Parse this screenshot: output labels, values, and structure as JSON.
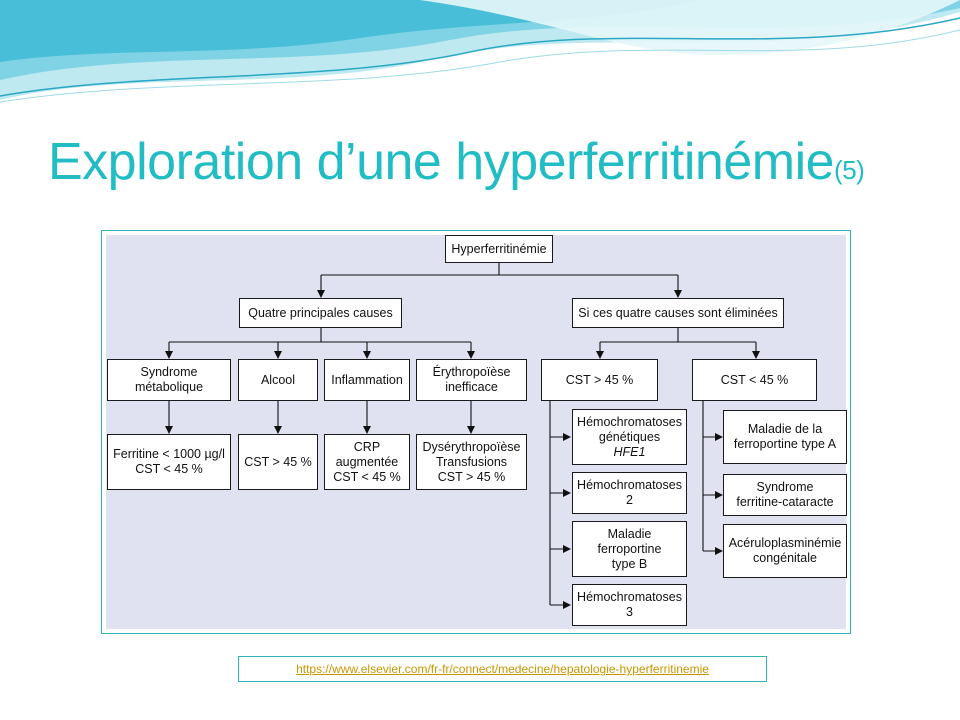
{
  "slide": {
    "title": "Exploration d’une hyperferritinémie",
    "title_ref": "(5)",
    "source_link": "https://www.elsevier.com/fr-fr/connect/medecine/hepatologie-hyperferritinemie"
  },
  "diagram": {
    "root": "Hyperferritinémie",
    "branch_left": "Quatre principales causes",
    "branch_right": "Si ces quatre causes sont éliminées",
    "causes": [
      {
        "name": "Syndrome\nmétabolique",
        "criteria": "Ferritine < 1000 µg/l\nCST < 45 %"
      },
      {
        "name": "Alcool",
        "criteria": "CST > 45 %"
      },
      {
        "name": "Inflammation",
        "criteria": "CRP\naugmentée\nCST < 45 %"
      },
      {
        "name": "Érythropoïèse\ninefficace",
        "criteria": "Dysérythropoïèse\nTransfusions\nCST > 45 %"
      }
    ],
    "cst_high": {
      "label": "CST > 45 %",
      "items": [
        {
          "line1": "Hémochromatoses",
          "line2": "génétiques",
          "line3": "HFE1"
        },
        {
          "line1": "Hémochromatoses",
          "line2": "2"
        },
        {
          "line1": "Maladie",
          "line2": "ferroportine",
          "line3": "type B"
        },
        {
          "line1": "Hémochromatoses",
          "line2": "3"
        }
      ]
    },
    "cst_low": {
      "label": "CST < 45 %",
      "items": [
        "Maladie de la\nferroportine type A",
        "Syndrome\nferritine-cataracte",
        "Acéruloplasminémie\ncongénitale"
      ]
    }
  }
}
